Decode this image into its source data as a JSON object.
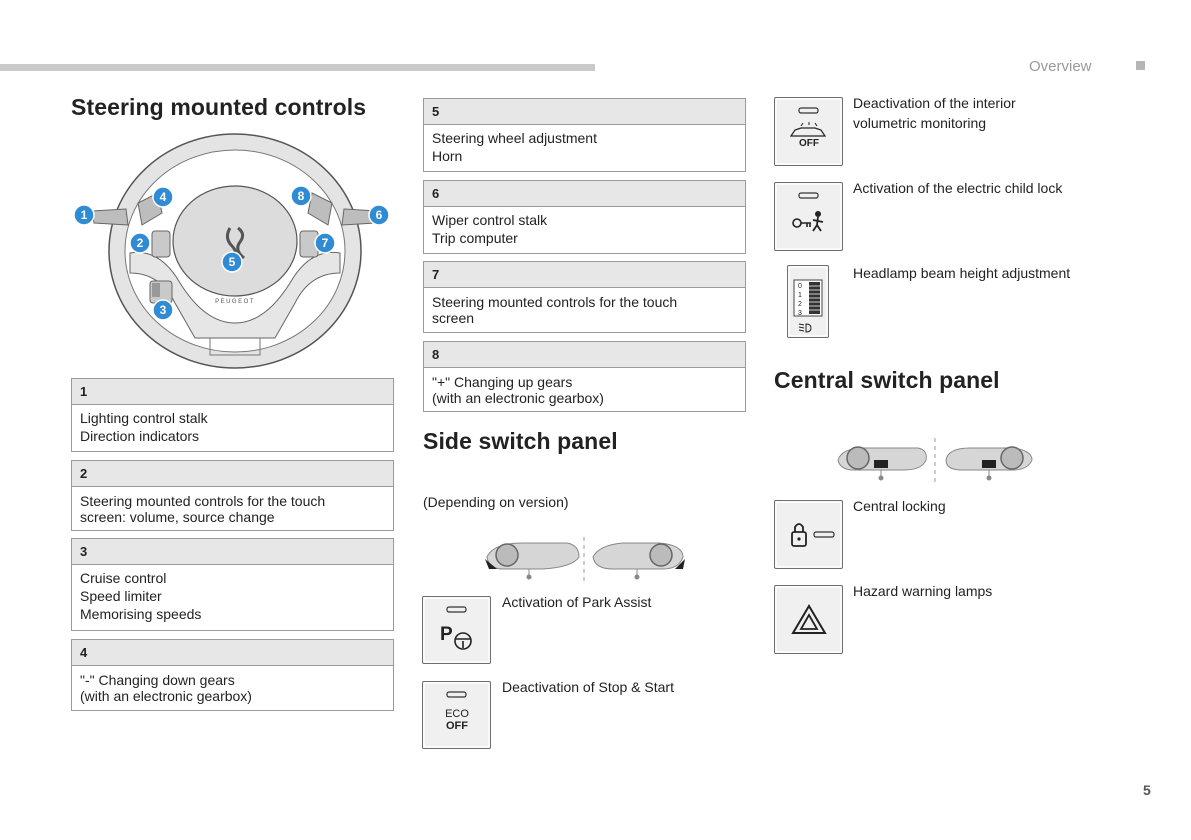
{
  "header": {
    "section": "Overview",
    "page_number": "5"
  },
  "steering": {
    "title": "Steering mounted controls",
    "wheel_brand": "PEUGEOT",
    "callouts": [
      "1",
      "2",
      "3",
      "4",
      "5",
      "6",
      "7",
      "8"
    ],
    "items": [
      {
        "num": "1",
        "lines": [
          "Lighting control stalk",
          "Direction indicators"
        ]
      },
      {
        "num": "2",
        "lines": [
          "Steering mounted controls for the touch",
          "screen: volume, source change"
        ]
      },
      {
        "num": "3",
        "lines": [
          "Cruise control",
          "Speed limiter",
          "Memorising speeds"
        ]
      },
      {
        "num": "4",
        "lines": [
          "\"-\" Changing down gears",
          "(with an electronic gearbox)"
        ]
      },
      {
        "num": "5",
        "lines": [
          "Steering wheel adjustment",
          "Horn"
        ]
      },
      {
        "num": "6",
        "lines": [
          "Wiper control stalk",
          "Trip computer"
        ]
      },
      {
        "num": "7",
        "lines": [
          "Steering mounted controls for the touch",
          "screen"
        ]
      },
      {
        "num": "8",
        "lines": [
          "\"+\" Changing up gears",
          "(with an electronic gearbox)"
        ]
      }
    ]
  },
  "side_panel": {
    "title": "Side switch panel",
    "note": "(Depending on version)",
    "buttons": [
      {
        "label": "Activation of Park Assist",
        "icon": "park-assist-icon",
        "icon_text": "P"
      },
      {
        "label": "Deactivation of Stop & Start",
        "icon": "eco-off-icon",
        "icon_text_1": "ECO",
        "icon_text_2": "OFF"
      }
    ]
  },
  "right_column": {
    "buttons": [
      {
        "label_1": "Deactivation of the interior",
        "label_2": "volumetric monitoring",
        "icon": "volumetric-off-icon",
        "icon_text": "OFF"
      },
      {
        "label": "Activation of the electric child lock",
        "icon": "child-lock-icon"
      },
      {
        "label": "Headlamp beam height adjustment",
        "icon": "headlamp-adjust-icon",
        "wheel_marks": [
          "0",
          "1",
          "2",
          "3"
        ]
      }
    ]
  },
  "central_panel": {
    "title": "Central switch panel",
    "buttons": [
      {
        "label": "Central locking",
        "icon": "central-lock-icon"
      },
      {
        "label": "Hazard warning lamps",
        "icon": "hazard-triangle-icon"
      }
    ]
  }
}
